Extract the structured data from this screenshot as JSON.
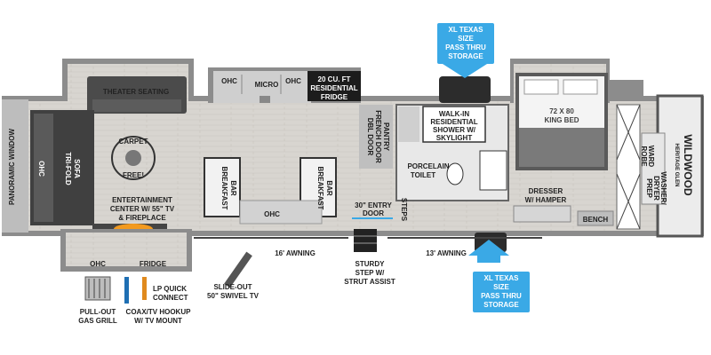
{
  "colors": {
    "floor": "#d9d6d1",
    "wall": "#6d6d6d",
    "furniture": "#4b4b4b",
    "accent_blue": "#3aa9e6",
    "fireplace": "#f39a1e"
  },
  "labels": {
    "theater_seating": "THEATER SEATING",
    "ohc": "OHC",
    "micro": "MICRO",
    "fridge_20": [
      "20 CU. FT",
      "RESIDENTIAL",
      "FRIDGE"
    ],
    "panoramic_window": "PANORAMIC WINDOW",
    "tri_fold_sofa": [
      "TRI-FOLD",
      "SOFA"
    ],
    "carpet_free": [
      "CARPET",
      "FREE!"
    ],
    "breakfast_bar": [
      "BREAKFAST",
      "BAR"
    ],
    "dbl_door_pantry": [
      "DBL DOOR",
      "FRENCH DOOR",
      "PANTRY"
    ],
    "shower": [
      "WALK-IN",
      "RESIDENTIAL",
      "SHOWER W/",
      "SKYLIGHT"
    ],
    "porcelain_toilet": [
      "PORCELAIN",
      "TOILET"
    ],
    "entertainment_center": [
      "ENTERTAINMENT",
      "CENTER W/ 55\" TV",
      "& FIREPLACE"
    ],
    "entry_door": [
      "30\" ENTRY",
      "DOOR"
    ],
    "steps": "STEPS",
    "king_bed": [
      "72 X 80",
      "KING BED"
    ],
    "dresser": [
      "DRESSER",
      "W/ HAMPER"
    ],
    "bench": "BENCH",
    "wardrobe": [
      "WARD",
      "ROBE"
    ],
    "washer_dryer": [
      "WASHER/",
      "DRYER",
      "PREP"
    ],
    "awning_16": "16' AWNING",
    "awning_13": "13' AWNING",
    "fridge": "FRIDGE",
    "sturdy_step": [
      "STURDY",
      "STEP W/",
      "STRUT ASSIST"
    ],
    "slide_out_tv": [
      "SLIDE-OUT",
      "50\" SWIVEL TV"
    ],
    "lp_quick": [
      "LP QUICK",
      "CONNECT"
    ],
    "gas_grill": [
      "PULL-OUT",
      "GAS GRILL"
    ],
    "coax": [
      "COAX/TV HOOKUP",
      "W/ TV MOUNT"
    ],
    "brand": [
      "WILDWOOD",
      "HERITAGE GLEN"
    ]
  },
  "callouts": {
    "top": [
      "XL TEXAS SIZE",
      "PASS THRU",
      "STORAGE"
    ],
    "bottom": [
      "XL TEXAS SIZE",
      "PASS THRU",
      "STORAGE"
    ]
  }
}
